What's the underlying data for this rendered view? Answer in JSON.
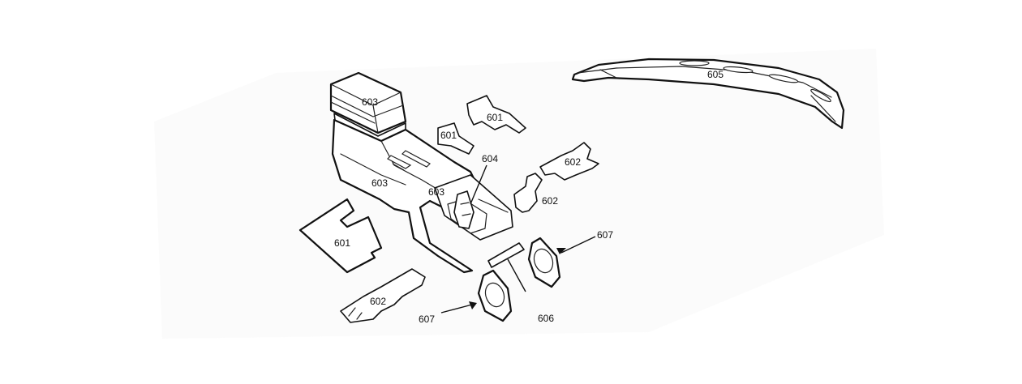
{
  "labels": {
    "carpet_front": "601",
    "carpet_mid_a": "601",
    "carpet_mid_b": "601",
    "insulator_rear": "602",
    "insulator_right_a": "602",
    "insulator_right_b": "602",
    "console_lid": "603",
    "console_body": "603",
    "console_front": "603",
    "shift_boot": "604",
    "dash_pad": "605",
    "strip": "606",
    "speaker_trim_left": "607",
    "speaker_trim_right": "607"
  },
  "colors": {
    "line": "#111111",
    "background": "#ffffff"
  }
}
